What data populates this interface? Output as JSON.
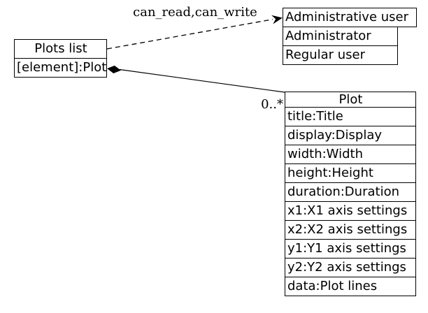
{
  "diagram": {
    "colors": {
      "stroke": "#000000",
      "fill": "#ffffff",
      "text": "#000000"
    },
    "nodes": {
      "plots_list": {
        "title": "Plots list",
        "rows": [
          "[element]:Plot"
        ]
      },
      "admin_user": {
        "title": "Administrative user",
        "rows": [
          "Administrator",
          "Regular user"
        ]
      },
      "plot": {
        "title": "Plot",
        "rows": [
          "title:Title",
          "display:Display",
          "width:Width",
          "height:Height",
          "duration:Duration",
          "x1:X1 axis settings",
          "x2:X2 axis settings",
          "y1:Y1 axis settings",
          "y2:Y2 axis settings",
          "data:Plot lines"
        ]
      }
    },
    "edges": {
      "permissions": {
        "label": "can_read,can_write",
        "style": "dashed",
        "from": "Plots list",
        "to": "Administrative user"
      },
      "composition": {
        "label": "0..*",
        "style": "solid",
        "from": "Plots list",
        "to": "Plot"
      }
    }
  }
}
